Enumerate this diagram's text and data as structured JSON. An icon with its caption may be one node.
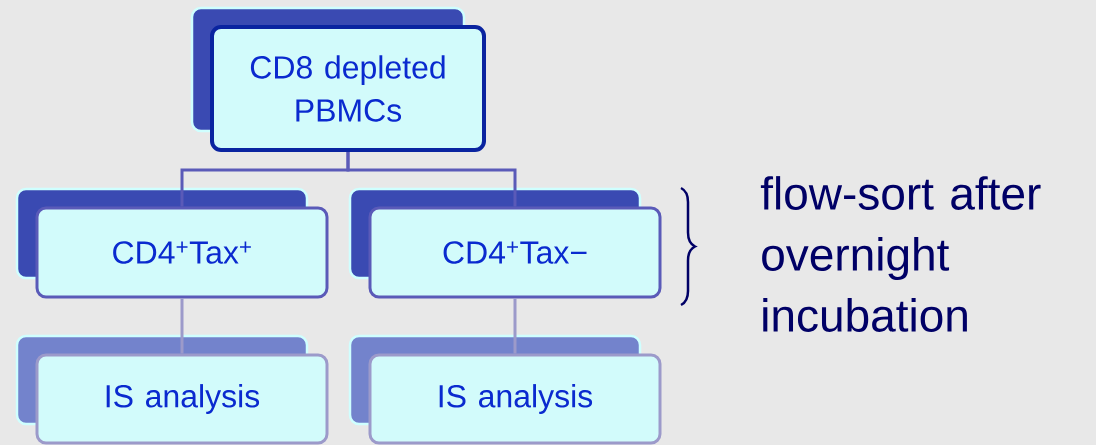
{
  "diagram": {
    "nodes": [
      {
        "text": [
          "CD8 depleted PBMCs"
        ]
      },
      {
        "text": [
          "CD4$^{+}$Tax$^{+}$"
        ]
      },
      {
        "text": [
          "CD4$^{+}$Tax−"
        ]
      },
      {
        "text": [
          "IS analysis"
        ]
      },
      {
        "text": [
          "IS analysis"
        ]
      }
    ],
    "edges": [
      {
        "from": 0,
        "to": 1,
        "arrow": "none"
      },
      {
        "from": 0,
        "to": 2,
        "arrow": "none"
      },
      {
        "from": 1,
        "to": 3,
        "arrow": "none"
      },
      {
        "from": 2,
        "to": 4,
        "arrow": "none"
      }
    ],
    "labels": [
      "flow-sort after overnight incubation"
    ]
  }
}
